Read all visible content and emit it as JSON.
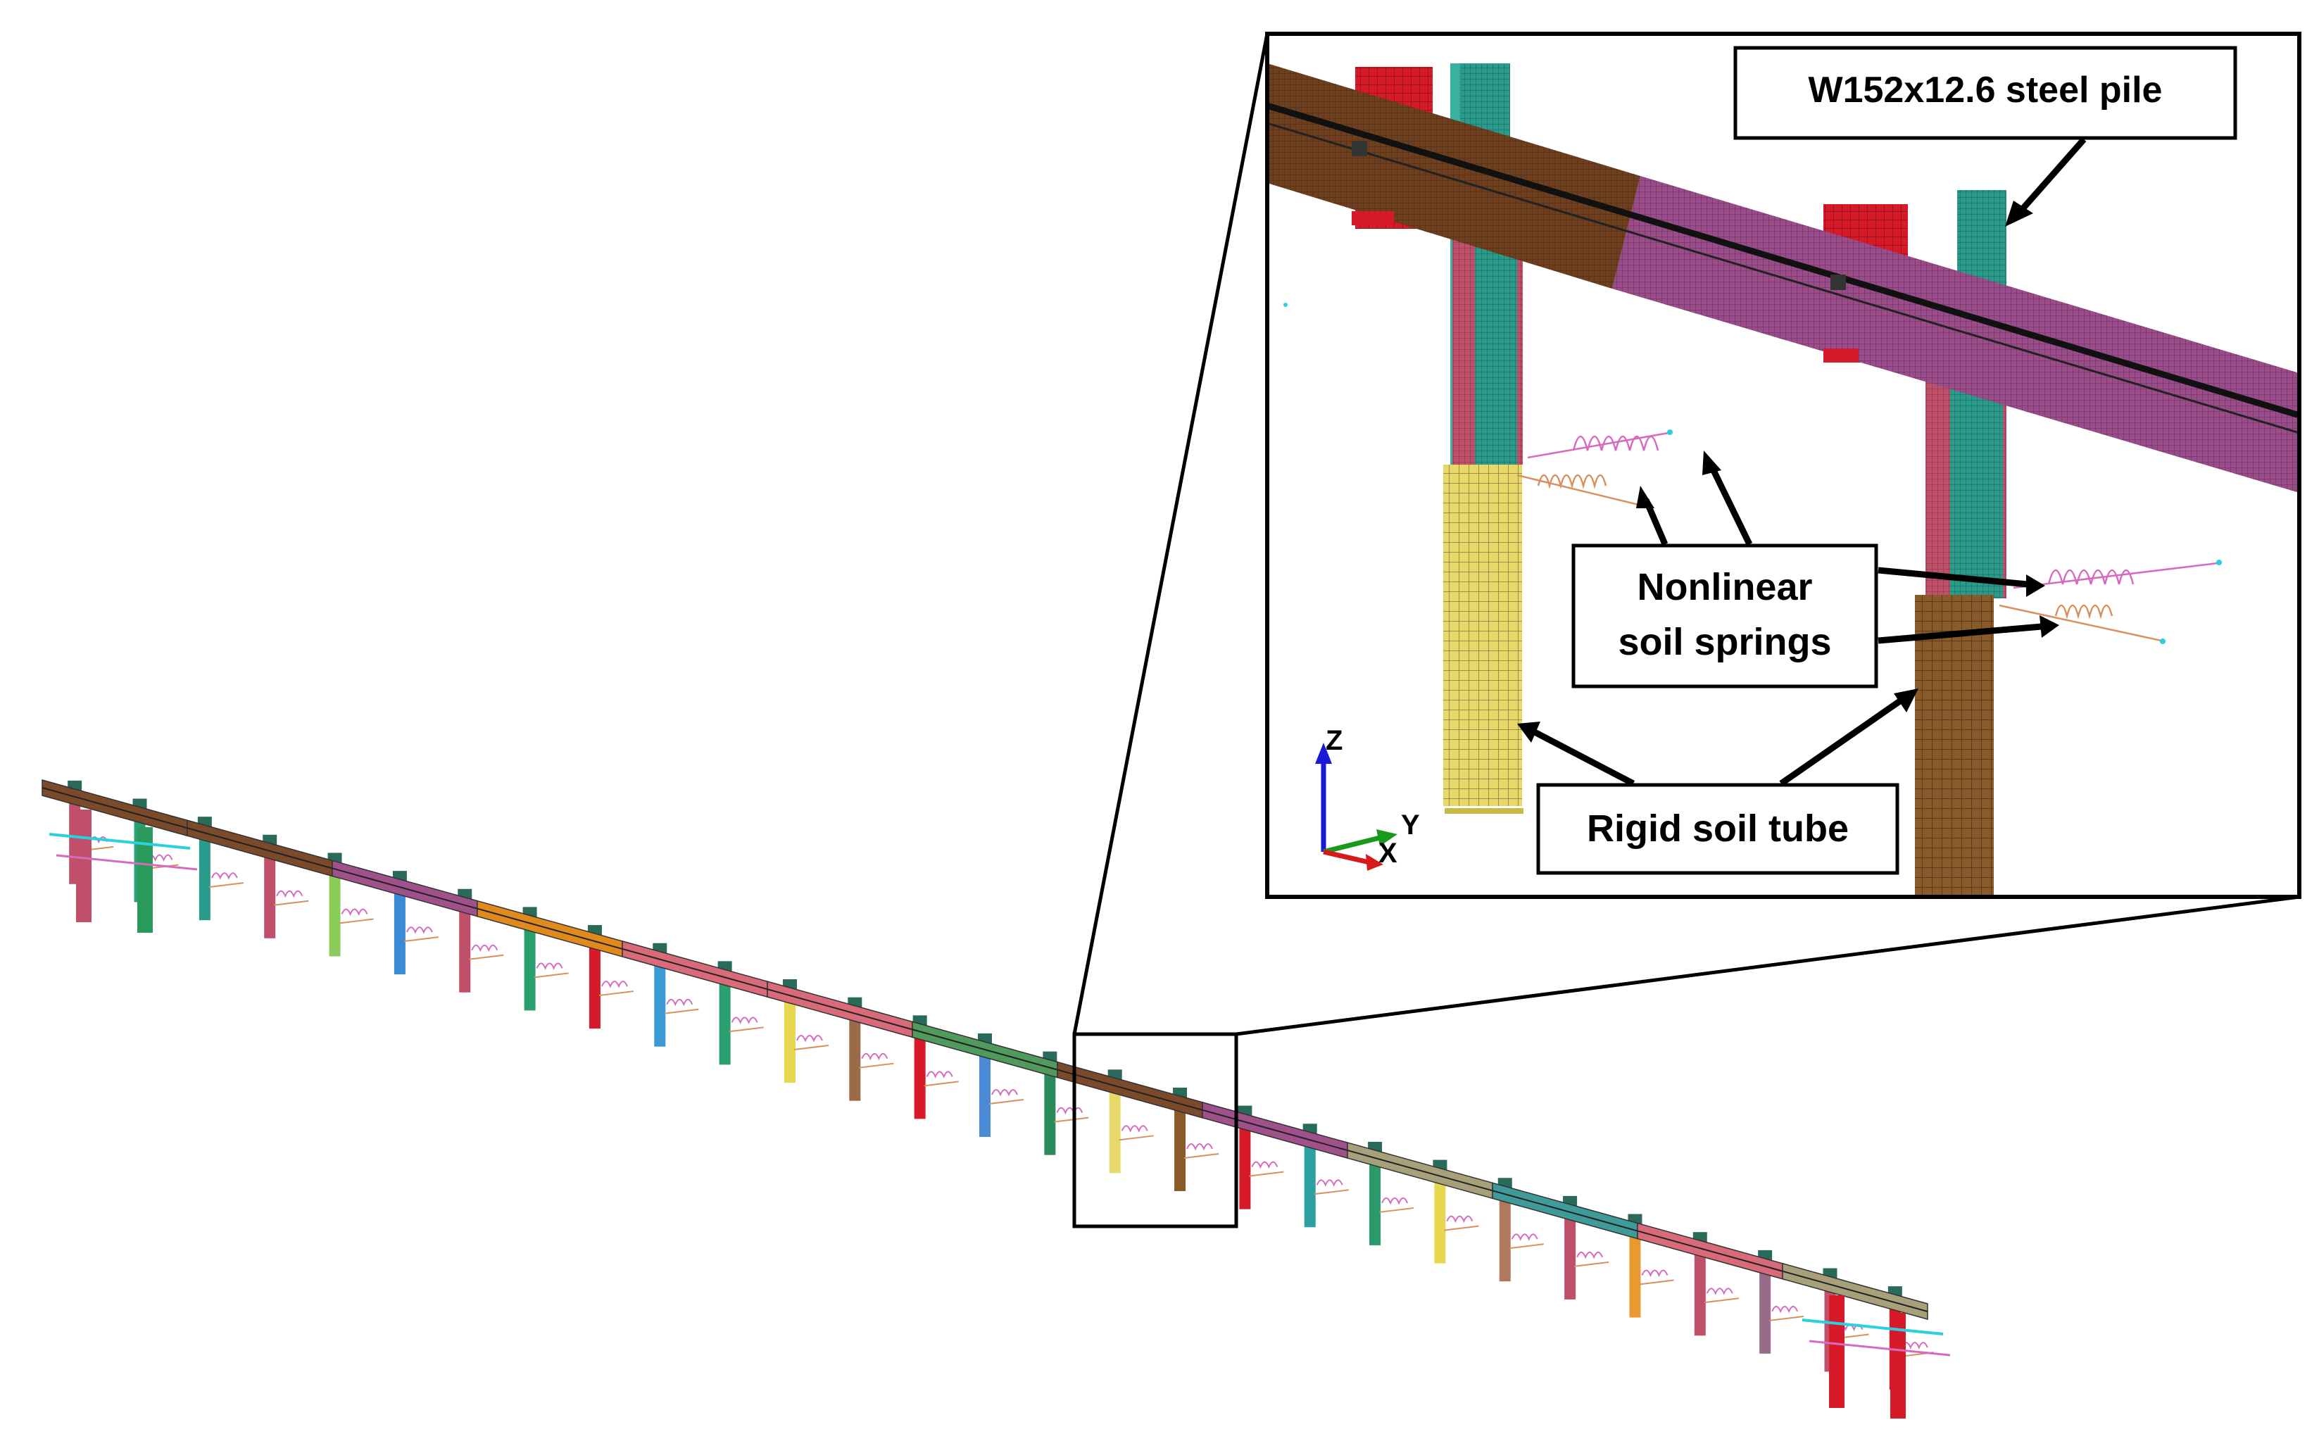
{
  "callouts": {
    "steel_pile": "W152x12.6 steel pile",
    "soil_springs_line1": "Nonlinear",
    "soil_springs_line2": "soil springs",
    "soil_tube": "Rigid soil tube"
  },
  "axis_triad": {
    "z": "Z",
    "y": "Y",
    "x": "X"
  },
  "colors": {
    "rail_brown": "#7a4a2a",
    "rail_magenta": "#a0508a",
    "rail_orange": "#e08a1e",
    "rail_pink": "#d86a7a",
    "rail_green": "#4f9a5c",
    "rail_olive": "#a8a07a",
    "rail_teal": "#3f9a9a",
    "block_red": "#d61a2a",
    "post_teal": "#2a9a8a",
    "post_pink": "#c0506a",
    "tube_yellow": "#e8d86a",
    "tube_brown": "#8a5a2a",
    "spring_pink": "#d66ac0",
    "spring_orange": "#d89060",
    "frame": "#000000"
  }
}
